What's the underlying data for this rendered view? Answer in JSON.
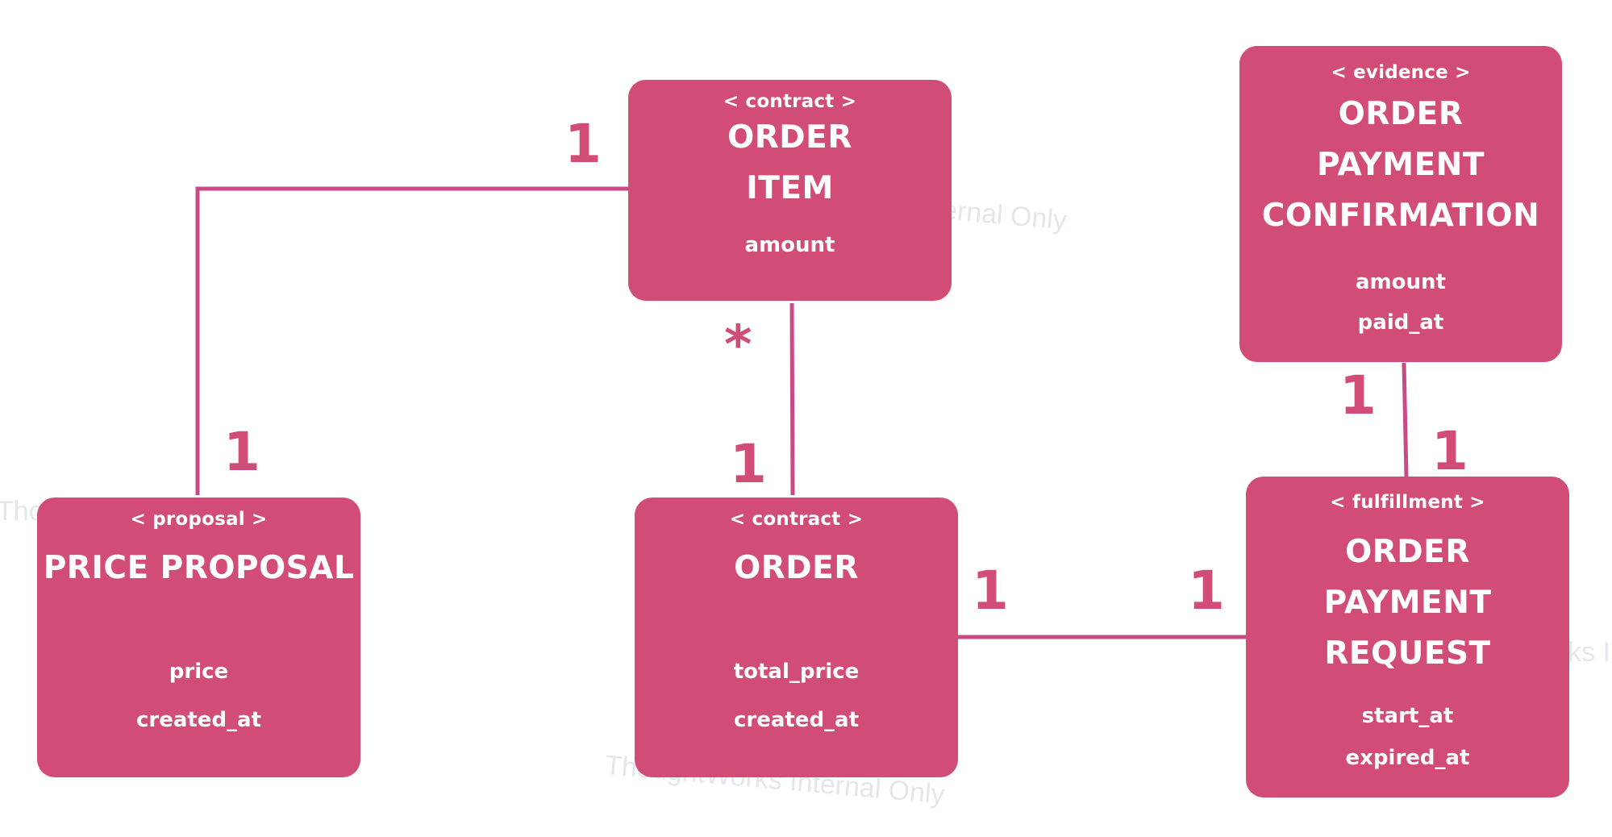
{
  "watermark": {
    "text_1": "ernal Only",
    "text_2": "Tho",
    "text_3": "ks I",
    "text_4": "ThoughtWorks Internal Only"
  },
  "entities": {
    "order_item": {
      "stereotype": "< contract >",
      "title_lines": [
        "ORDER",
        "ITEM"
      ],
      "attributes": [
        "amount"
      ]
    },
    "confirmation": {
      "stereotype": "< evidence >",
      "title_lines": [
        "ORDER",
        "PAYMENT",
        "CONFIRMATION"
      ],
      "attributes": [
        "amount",
        "paid_at"
      ]
    },
    "price_proposal": {
      "stereotype": "< proposal >",
      "title_lines": [
        "PRICE PROPOSAL"
      ],
      "attributes": [
        "price",
        "created_at"
      ]
    },
    "order": {
      "stereotype": "< contract >",
      "title_lines": [
        "ORDER"
      ],
      "attributes": [
        "total_price",
        "created_at"
      ]
    },
    "payment_request": {
      "stereotype": "< fulfillment >",
      "title_lines": [
        "ORDER",
        "PAYMENT",
        "REQUEST"
      ],
      "attributes": [
        "start_at",
        "expired_at"
      ]
    }
  },
  "multiplicities": {
    "item_to_proposal_item_end": "1",
    "item_to_proposal_proposal_end": "1",
    "item_to_order_item_end": "*",
    "item_to_order_order_end": "1",
    "order_to_request_order_end": "1",
    "order_to_request_request_end": "1",
    "confirmation_to_request_confirmation_end": "1",
    "confirmation_to_request_request_end": "1"
  },
  "colors": {
    "box_fill": "#d24d76",
    "connector": "#c84a86",
    "text": "#ffffff",
    "multiplicity": "#d24d76"
  }
}
